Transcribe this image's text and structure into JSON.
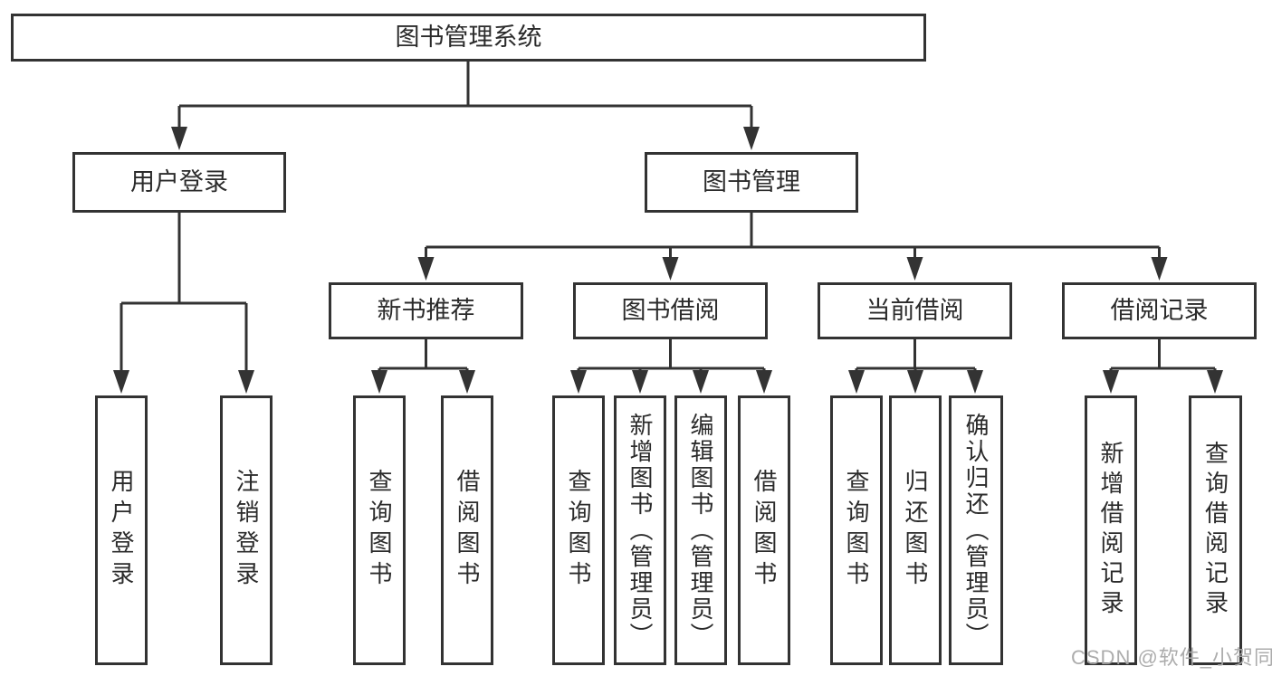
{
  "diagram": {
    "root": {
      "label": "图书管理系统"
    },
    "level1": [
      {
        "label": "用户登录"
      },
      {
        "label": "图书管理"
      }
    ],
    "level2": [
      {
        "label": "新书推荐"
      },
      {
        "label": "图书借阅"
      },
      {
        "label": "当前借阅"
      },
      {
        "label": "借阅记录"
      }
    ],
    "leaves": [
      {
        "label": "用户登录"
      },
      {
        "label": "注销登录"
      },
      {
        "label": "查询图书"
      },
      {
        "label": "借阅图书"
      },
      {
        "label": "查询图书"
      },
      {
        "label": "新增图书（管理员）"
      },
      {
        "label": "编辑图书（管理员）"
      },
      {
        "label": "借阅图书"
      },
      {
        "label": "查询图书"
      },
      {
        "label": "归还图书"
      },
      {
        "label": "确认归还（管理员）"
      },
      {
        "label": "新增借阅记录"
      },
      {
        "label": "查询借阅记录"
      }
    ]
  },
  "watermark": {
    "text": "CSDN @软件_小贺同学"
  },
  "colors": {
    "line": "#333333",
    "box_background": "#ffffff",
    "text": "#2b2b2b",
    "watermark": "#a8a8a8"
  }
}
